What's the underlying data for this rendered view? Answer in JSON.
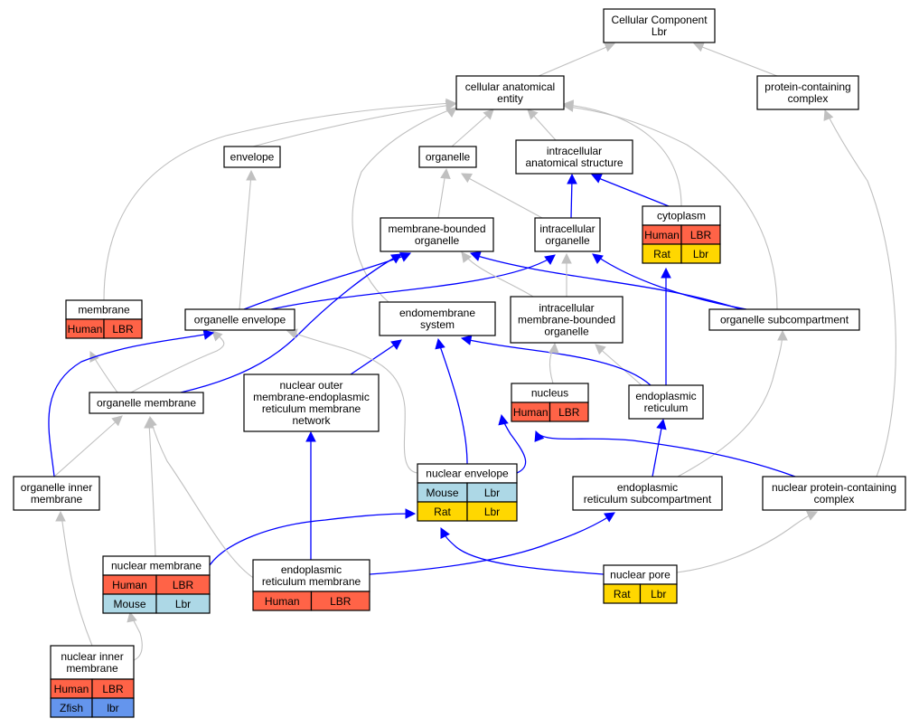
{
  "colors": {
    "is_a_edge": "#c0c0c0",
    "part_of_edge": "#0000ff",
    "node_border": "#000000",
    "node_fill": "#ffffff"
  },
  "species_colors": {
    "Human": "#ff6347",
    "Rat": "#ffd700",
    "Mouse": "#add8e6",
    "Zfish": "#6495ed"
  },
  "nodes": [
    {
      "id": "cellular_component",
      "title": [
        "Cellular Component",
        "Lbr"
      ],
      "annotations": []
    },
    {
      "id": "cellular_anatomical_entity",
      "title": [
        "cellular anatomical",
        "entity"
      ],
      "annotations": []
    },
    {
      "id": "protein_containing_complex",
      "title": [
        "protein-containing",
        "complex"
      ],
      "annotations": []
    },
    {
      "id": "envelope",
      "title": [
        "envelope"
      ],
      "annotations": []
    },
    {
      "id": "organelle",
      "title": [
        "organelle"
      ],
      "annotations": []
    },
    {
      "id": "intracellular_anatomical_structure",
      "title": [
        "intracellular",
        "anatomical structure"
      ],
      "annotations": []
    },
    {
      "id": "cytoplasm",
      "title": [
        "cytoplasm"
      ],
      "annotations": [
        {
          "species": "Human",
          "gene": "LBR"
        },
        {
          "species": "Rat",
          "gene": "Lbr"
        }
      ]
    },
    {
      "id": "membrane_bounded_organelle",
      "title": [
        "membrane-bounded",
        "organelle"
      ],
      "annotations": []
    },
    {
      "id": "intracellular_organelle",
      "title": [
        "intracellular",
        "organelle"
      ],
      "annotations": []
    },
    {
      "id": "membrane",
      "title": [
        "membrane"
      ],
      "annotations": [
        {
          "species": "Human",
          "gene": "LBR"
        }
      ]
    },
    {
      "id": "organelle_envelope",
      "title": [
        "organelle envelope"
      ],
      "annotations": []
    },
    {
      "id": "endomembrane_system",
      "title": [
        "endomembrane",
        "system"
      ],
      "annotations": []
    },
    {
      "id": "intracellular_membrane_bounded_organelle",
      "title": [
        "intracellular",
        "membrane-bounded",
        "organelle"
      ],
      "annotations": []
    },
    {
      "id": "organelle_subcompartment",
      "title": [
        "organelle subcompartment"
      ],
      "annotations": []
    },
    {
      "id": "organelle_membrane",
      "title": [
        "organelle membrane"
      ],
      "annotations": []
    },
    {
      "id": "nuclear_outer_membrane_er_network",
      "title": [
        "nuclear outer",
        "membrane-endoplasmic",
        "reticulum membrane",
        "network"
      ],
      "annotations": []
    },
    {
      "id": "nucleus",
      "title": [
        "nucleus"
      ],
      "annotations": [
        {
          "species": "Human",
          "gene": "LBR"
        }
      ]
    },
    {
      "id": "endoplasmic_reticulum",
      "title": [
        "endoplasmic",
        "reticulum"
      ],
      "annotations": []
    },
    {
      "id": "organelle_inner_membrane",
      "title": [
        "organelle inner",
        "membrane"
      ],
      "annotations": []
    },
    {
      "id": "nuclear_envelope",
      "title": [
        "nuclear envelope"
      ],
      "annotations": [
        {
          "species": "Mouse",
          "gene": "Lbr"
        },
        {
          "species": "Rat",
          "gene": "Lbr"
        }
      ]
    },
    {
      "id": "er_subcompartment",
      "title": [
        "endoplasmic",
        "reticulum subcompartment"
      ],
      "annotations": []
    },
    {
      "id": "nuclear_protein_containing_complex",
      "title": [
        "nuclear protein-containing",
        "complex"
      ],
      "annotations": []
    },
    {
      "id": "nuclear_membrane",
      "title": [
        "nuclear membrane"
      ],
      "annotations": [
        {
          "species": "Human",
          "gene": "LBR"
        },
        {
          "species": "Mouse",
          "gene": "Lbr"
        }
      ]
    },
    {
      "id": "er_membrane",
      "title": [
        "endoplasmic",
        "reticulum membrane"
      ],
      "annotations": [
        {
          "species": "Human",
          "gene": "LBR"
        }
      ]
    },
    {
      "id": "nuclear_pore",
      "title": [
        "nuclear pore"
      ],
      "annotations": [
        {
          "species": "Rat",
          "gene": "Lbr"
        }
      ]
    },
    {
      "id": "nuclear_inner_membrane",
      "title": [
        "nuclear inner",
        "membrane"
      ],
      "annotations": [
        {
          "species": "Human",
          "gene": "LBR"
        },
        {
          "species": "Zfish",
          "gene": "lbr"
        }
      ]
    }
  ],
  "edges": [
    {
      "from": "cellular_anatomical_entity",
      "to": "cellular_component",
      "type": "is_a"
    },
    {
      "from": "protein_containing_complex",
      "to": "cellular_component",
      "type": "is_a"
    },
    {
      "from": "envelope",
      "to": "cellular_anatomical_entity",
      "type": "is_a"
    },
    {
      "from": "organelle",
      "to": "cellular_anatomical_entity",
      "type": "is_a"
    },
    {
      "from": "intracellular_anatomical_structure",
      "to": "cellular_anatomical_entity",
      "type": "is_a"
    },
    {
      "from": "cytoplasm",
      "to": "cellular_anatomical_entity",
      "type": "is_a"
    },
    {
      "from": "membrane",
      "to": "cellular_anatomical_entity",
      "type": "is_a"
    },
    {
      "from": "endomembrane_system",
      "to": "cellular_anatomical_entity",
      "type": "is_a"
    },
    {
      "from": "organelle_subcompartment",
      "to": "cellular_anatomical_entity",
      "type": "is_a"
    },
    {
      "from": "membrane_bounded_organelle",
      "to": "organelle",
      "type": "is_a"
    },
    {
      "from": "intracellular_organelle",
      "to": "organelle",
      "type": "is_a"
    },
    {
      "from": "intracellular_organelle",
      "to": "intracellular_anatomical_structure",
      "type": "part_of"
    },
    {
      "from": "cytoplasm",
      "to": "intracellular_anatomical_structure",
      "type": "part_of"
    },
    {
      "from": "organelle_envelope",
      "to": "envelope",
      "type": "is_a"
    },
    {
      "from": "organelle_envelope",
      "to": "intracellular_organelle",
      "type": "part_of"
    },
    {
      "from": "organelle_envelope",
      "to": "membrane_bounded_organelle",
      "type": "part_of"
    },
    {
      "from": "organelle_subcompartment",
      "to": "membrane_bounded_organelle",
      "type": "part_of"
    },
    {
      "from": "organelle_subcompartment",
      "to": "intracellular_organelle",
      "type": "part_of"
    },
    {
      "from": "intracellular_membrane_bounded_organelle",
      "to": "membrane_bounded_organelle",
      "type": "is_a"
    },
    {
      "from": "intracellular_membrane_bounded_organelle",
      "to": "intracellular_organelle",
      "type": "is_a"
    },
    {
      "from": "endoplasmic_reticulum",
      "to": "cytoplasm",
      "type": "part_of"
    },
    {
      "from": "endoplasmic_reticulum",
      "to": "intracellular_membrane_bounded_organelle",
      "type": "is_a"
    },
    {
      "from": "endoplasmic_reticulum",
      "to": "endomembrane_system",
      "type": "part_of"
    },
    {
      "from": "nucleus",
      "to": "intracellular_membrane_bounded_organelle",
      "type": "is_a"
    },
    {
      "from": "organelle_membrane",
      "to": "membrane",
      "type": "is_a"
    },
    {
      "from": "organelle_membrane",
      "to": "organelle_envelope",
      "type": "is_a"
    },
    {
      "from": "organelle_membrane",
      "to": "membrane_bounded_organelle",
      "type": "part_of"
    },
    {
      "from": "nuclear_outer_membrane_er_network",
      "to": "endomembrane_system",
      "type": "part_of"
    },
    {
      "from": "nuclear_envelope",
      "to": "organelle_envelope",
      "type": "is_a"
    },
    {
      "from": "nuclear_envelope",
      "to": "endomembrane_system",
      "type": "part_of"
    },
    {
      "from": "nuclear_envelope",
      "to": "nucleus",
      "type": "part_of"
    },
    {
      "from": "organelle_inner_membrane",
      "to": "organelle_membrane",
      "type": "is_a"
    },
    {
      "from": "organelle_inner_membrane",
      "to": "organelle_envelope",
      "type": "part_of"
    },
    {
      "from": "er_subcompartment",
      "to": "endoplasmic_reticulum",
      "type": "part_of"
    },
    {
      "from": "er_subcompartment",
      "to": "organelle_subcompartment",
      "type": "is_a"
    },
    {
      "from": "nuclear_protein_containing_complex",
      "to": "protein_containing_complex",
      "type": "is_a"
    },
    {
      "from": "nuclear_protein_containing_complex",
      "to": "nucleus",
      "type": "part_of"
    },
    {
      "from": "nuclear_membrane",
      "to": "organelle_membrane",
      "type": "is_a"
    },
    {
      "from": "nuclear_membrane",
      "to": "nuclear_envelope",
      "type": "part_of"
    },
    {
      "from": "er_membrane",
      "to": "organelle_membrane",
      "type": "is_a"
    },
    {
      "from": "er_membrane",
      "to": "nuclear_outer_membrane_er_network",
      "type": "part_of"
    },
    {
      "from": "er_membrane",
      "to": "er_subcompartment",
      "type": "part_of"
    },
    {
      "from": "nuclear_pore",
      "to": "nuclear_envelope",
      "type": "part_of"
    },
    {
      "from": "nuclear_pore",
      "to": "nuclear_protein_containing_complex",
      "type": "is_a"
    },
    {
      "from": "nuclear_inner_membrane",
      "to": "nuclear_membrane",
      "type": "is_a"
    },
    {
      "from": "nuclear_inner_membrane",
      "to": "organelle_inner_membrane",
      "type": "is_a"
    }
  ]
}
